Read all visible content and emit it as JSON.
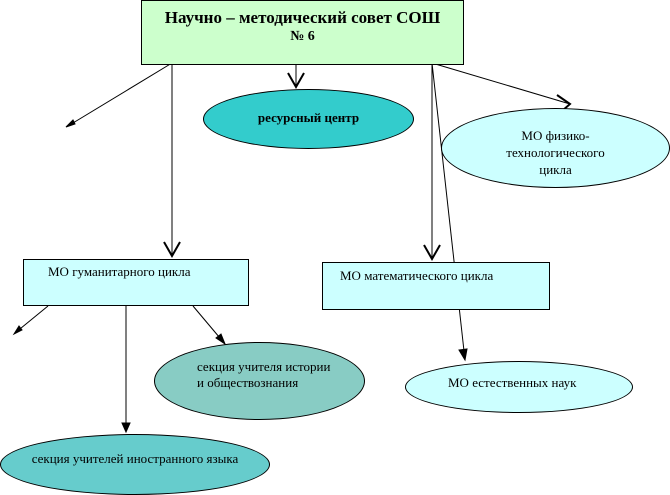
{
  "title": {
    "line1": "Научно – методический совет СОШ",
    "line2": "№ 6"
  },
  "nodes": {
    "resource_center": "ресурсный центр",
    "physics_tech": "МО физико-технологического цикла",
    "humanities": "МО гуманитарного цикла",
    "math": "МО математического цикла",
    "history": "секция учителя истории и обществознания",
    "natural": "МО естественных наук",
    "foreign": "секция учителей иностранного языка"
  },
  "colors": {
    "title_fill": "#ccffcc",
    "resource_fill": "#33cccc",
    "light_fill": "#ccffff",
    "history_fill": "#88ccc4",
    "foreign_fill": "#66cccc"
  }
}
